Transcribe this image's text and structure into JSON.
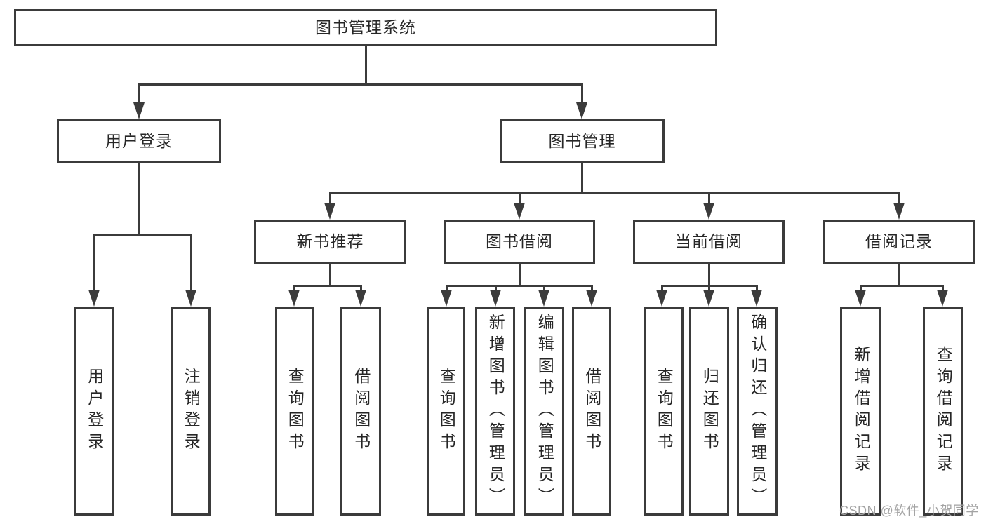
{
  "tree": {
    "label": "图书管理系统",
    "children": [
      {
        "label": "用户登录",
        "children": [
          {
            "label": "用户登录"
          },
          {
            "label": "注销登录"
          }
        ]
      },
      {
        "label": "图书管理",
        "children": [
          {
            "label": "新书推荐",
            "children": [
              {
                "label": "查询图书"
              },
              {
                "label": "借阅图书"
              }
            ]
          },
          {
            "label": "图书借阅",
            "children": [
              {
                "label": "查询图书"
              },
              {
                "label": "新增图书（管理员）"
              },
              {
                "label": "编辑图书（管理员）"
              },
              {
                "label": "借阅图书"
              }
            ]
          },
          {
            "label": "当前借阅",
            "children": [
              {
                "label": "查询图书"
              },
              {
                "label": "归还图书"
              },
              {
                "label": "确认归还（管理员）"
              }
            ]
          },
          {
            "label": "借阅记录",
            "children": [
              {
                "label": "新增借阅记录"
              },
              {
                "label": "查询借阅记录"
              }
            ]
          }
        ]
      }
    ]
  },
  "watermark": "CSDN @软件_小贺同学",
  "colors": {
    "line": "#3b3b3b",
    "text": "#262626",
    "watermark": "#a3a3a3",
    "background": "#ffffff"
  }
}
